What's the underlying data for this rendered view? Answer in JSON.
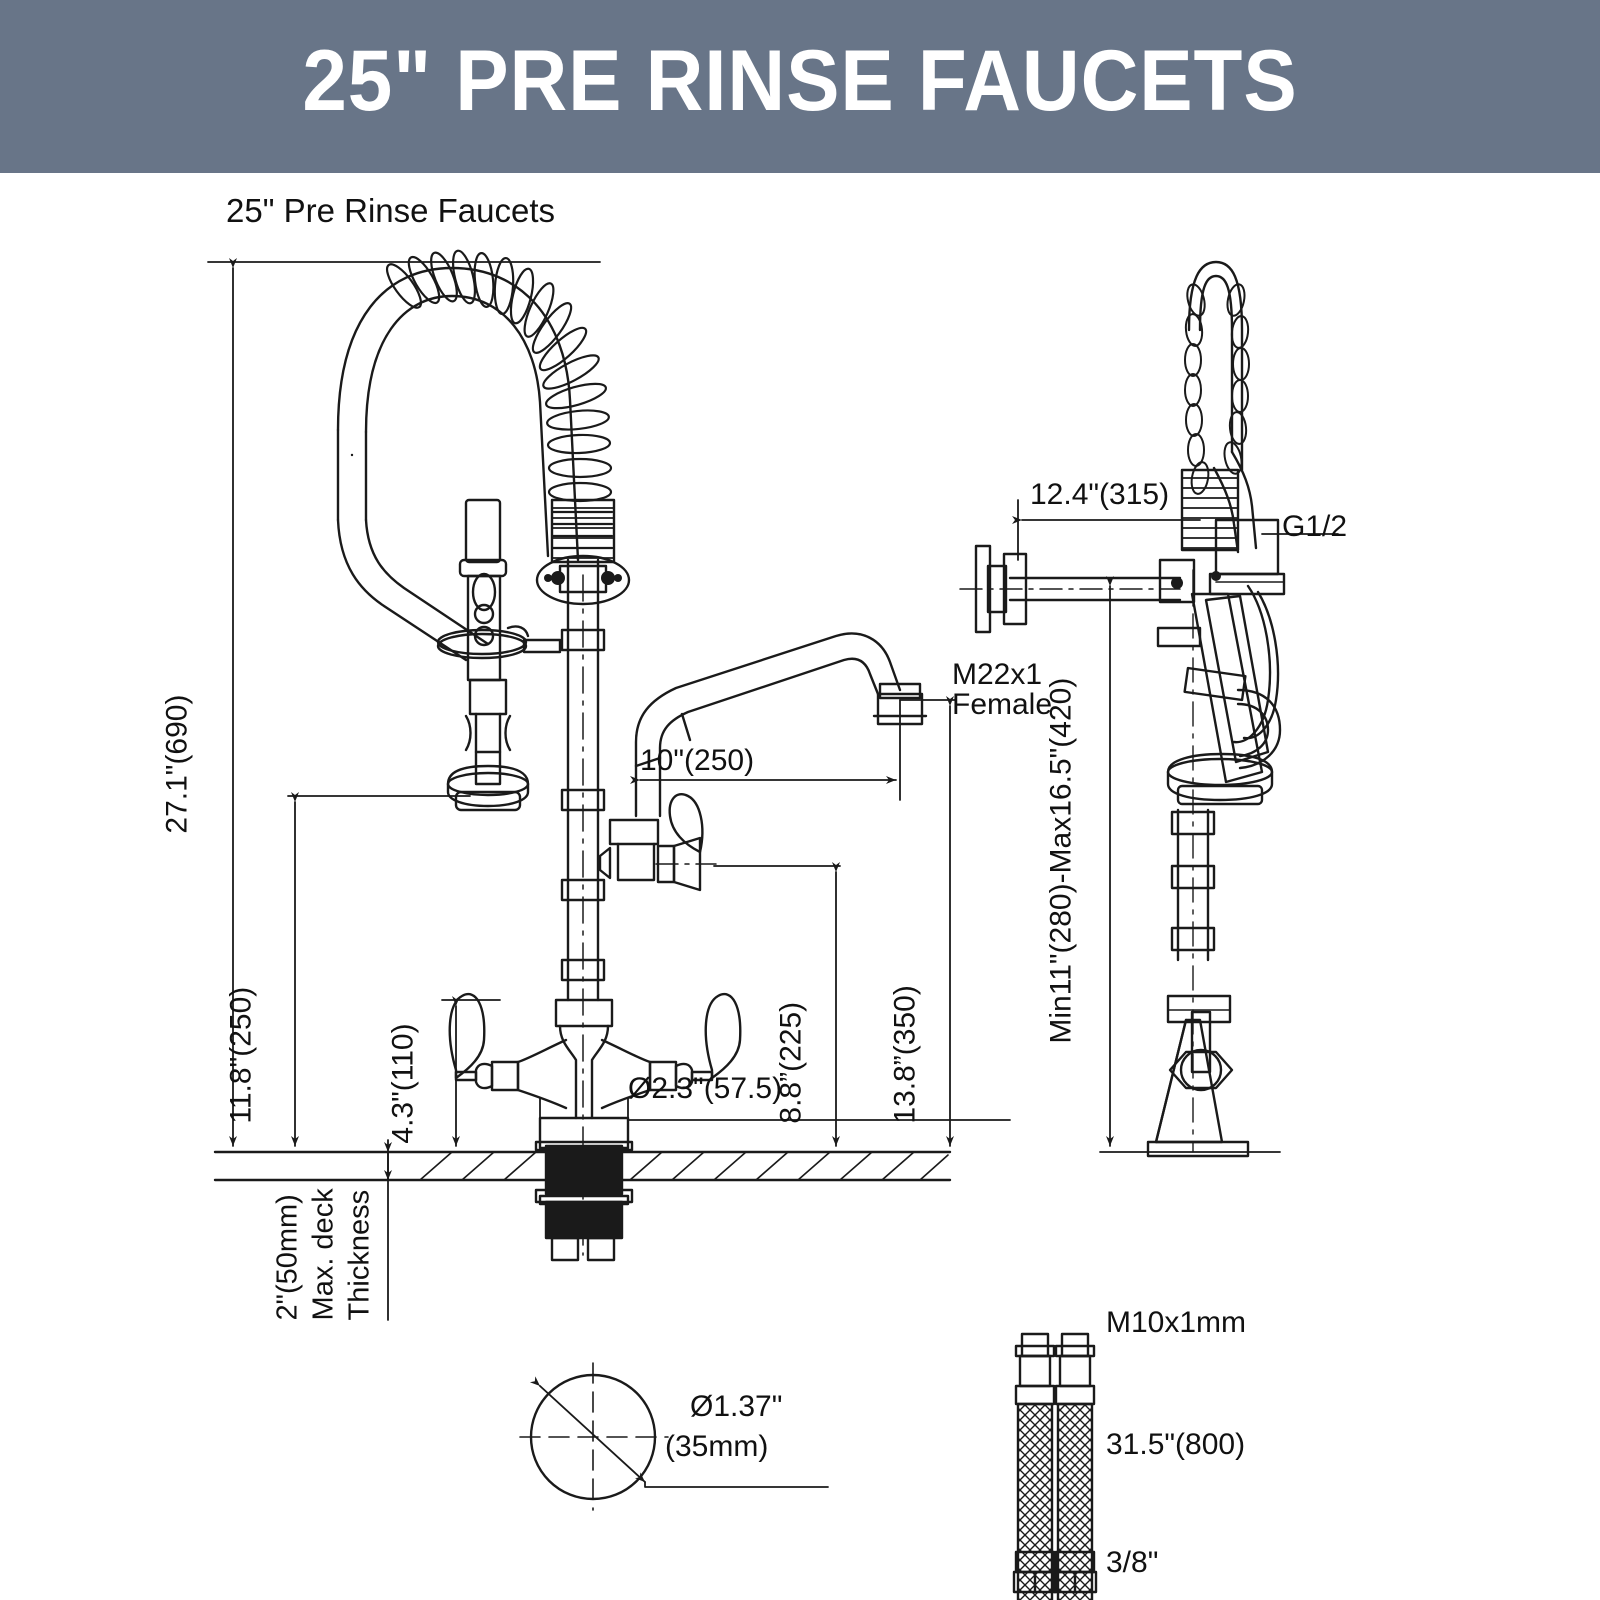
{
  "banner": {
    "title": "25\" PRE RINSE FAUCETS",
    "background_color": "#687588",
    "text_color": "#ffffff"
  },
  "subtitle": "25\" Pre Rinse Faucets",
  "drawing": {
    "line_color": "#1a1a1a",
    "background_color": "#ffffff",
    "views": [
      {
        "name": "front-elevation",
        "label": "Front elevation of pre-rinse faucet with add-on spout"
      },
      {
        "name": "side-elevation",
        "label": "Side elevation of pre-rinse unit"
      },
      {
        "name": "mounting-hole-detail",
        "label": "Deck mounting hole detail"
      },
      {
        "name": "supply-hose-detail",
        "label": "Flexible supply hoses"
      }
    ]
  },
  "dimensions": {
    "overall_height": "27.1\"(690)",
    "spray_head_height": "11.8\"(250)",
    "handle_height": "4.3\"(110)",
    "body_diameter": "Ø2.3\"(57.5)",
    "spout_reach": "10\"(250)",
    "spout_height": "8.8”(225)",
    "spout_swing_height": "13.8”(350)",
    "deck_thickness_line1": "2\"(50mm)",
    "deck_thickness_line2": "Max. deck",
    "deck_thickness_line3": "Thickness",
    "hole_diameter_line1": "Ø1.37\"",
    "hole_diameter_line2": "(35mm)",
    "side_offset": "12.4\"(315)",
    "side_height_range": "Min11\"(280)-Max16.5\"(420)",
    "hose_length": "31.5\"(800)"
  },
  "callouts": {
    "spout_outlet_line1": "M22x1",
    "spout_outlet_line2": "Female",
    "inlet_thread": "G1/2",
    "hose_top_thread": "M10x1mm",
    "hose_bottom_thread": "3/8\""
  }
}
